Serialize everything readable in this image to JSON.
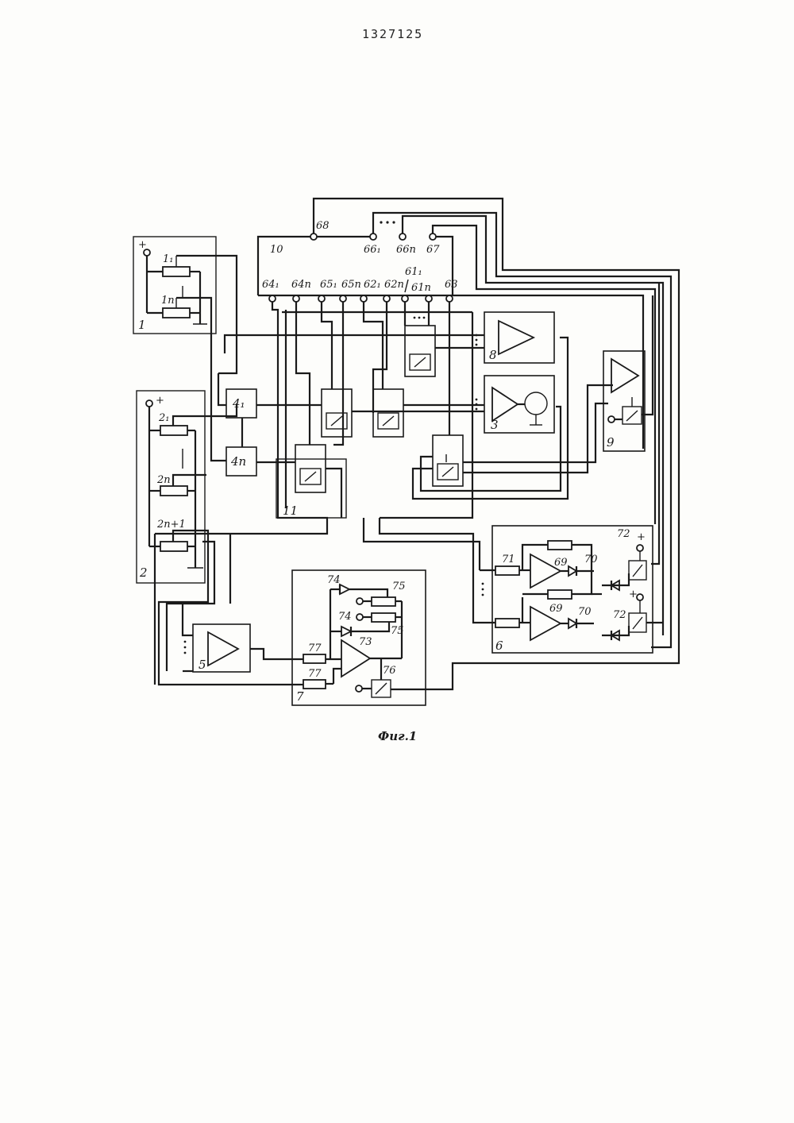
{
  "document": {
    "number": "1327125",
    "caption": "Фиг.1"
  },
  "blocks": {
    "b1": "1",
    "b2": "2",
    "b3": "3",
    "b5": "5",
    "b6": "6",
    "b7": "7",
    "b8": "8",
    "b9": "9",
    "b10": "10",
    "b11": "11",
    "b4_1": "4₁",
    "b4_n": "4п"
  },
  "resistors": {
    "r1_1": "1₁",
    "r1_n": "1п",
    "r2_1": "2₁",
    "r2_n": "2п",
    "r2_n1": "2п+1"
  },
  "terminals": {
    "t68": "68",
    "t66_1": "66₁",
    "t66_n": "66п",
    "t67": "67",
    "t64_1": "64₁",
    "t64_n": "64п",
    "t65_1": "65₁",
    "t65_n": "65п",
    "t62_1": "62₁",
    "t62_n": "62п",
    "t61_1": "61₁",
    "t61_n": "61п",
    "t63": "63"
  },
  "components": {
    "c69a": "69",
    "c69b": "69",
    "c70a": "70",
    "c70b": "70",
    "c71": "71",
    "c72a": "72",
    "c72b": "72",
    "c73": "73",
    "c74a": "74",
    "c74b": "74",
    "c75a": "75",
    "c75b": "75",
    "c76": "76",
    "c77a": "77",
    "c77b": "77"
  },
  "signs": {
    "plus": "+"
  }
}
